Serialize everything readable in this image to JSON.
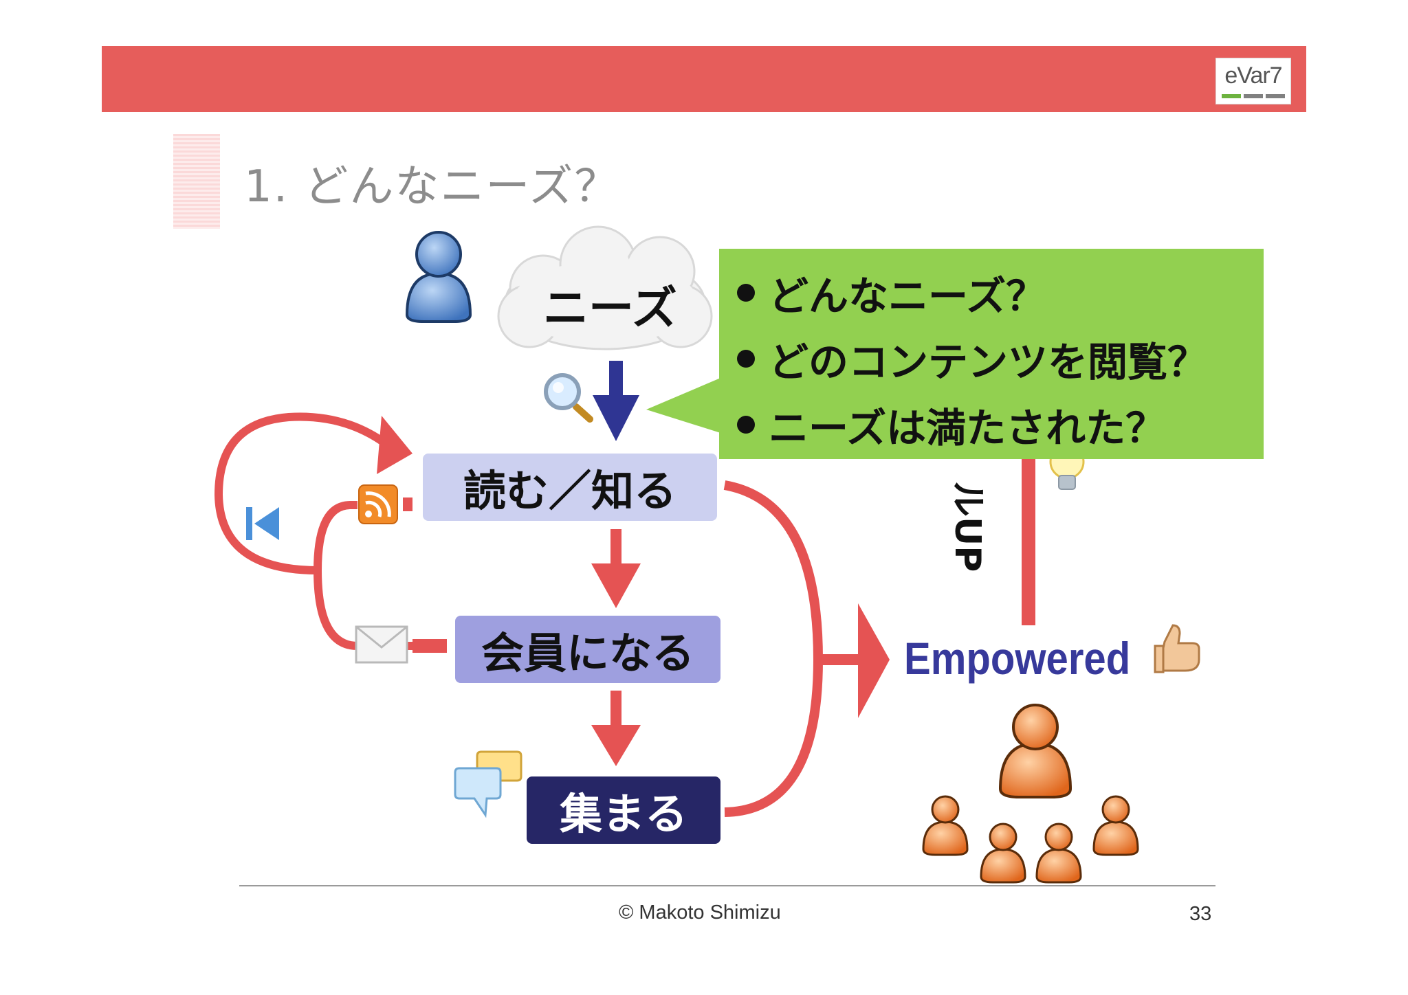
{
  "logo": {
    "text": "eVar7",
    "bar_colors": [
      "#6db33f",
      "#808080",
      "#808080"
    ]
  },
  "slide": {
    "title": "1. どんなニーズ？",
    "cloud_label": "ニーズ",
    "stages": [
      {
        "label": "読む／知る",
        "color": "#ccd0f0"
      },
      {
        "label": "会員になる",
        "color": "#9e9fdf"
      },
      {
        "label": "集まる",
        "color": "#262666"
      }
    ],
    "empowered_label": "Empowered",
    "vertical_label": "ルUP",
    "callout_bullets": [
      "どんなニーズ？",
      "どのコンテンツを閲覧？",
      "ニーズは満たされた？"
    ]
  },
  "colors": {
    "banner": "#e65d5b",
    "flow_arrow": "#e55353",
    "search_arrow": "#2f3593",
    "callout": "#92d050",
    "person_blue": "#5b8fd1",
    "person_orange": "#f08a36"
  },
  "icons": [
    "person-icon",
    "cloud-icon",
    "magnifier-icon",
    "rss-icon",
    "skip-back-icon",
    "mail-icon",
    "chat-bubbles-icon",
    "thumbs-up-icon",
    "lightbulb-icon",
    "group-icon"
  ],
  "footer": {
    "copyright": "© Makoto Shimizu",
    "page_number": "33"
  }
}
